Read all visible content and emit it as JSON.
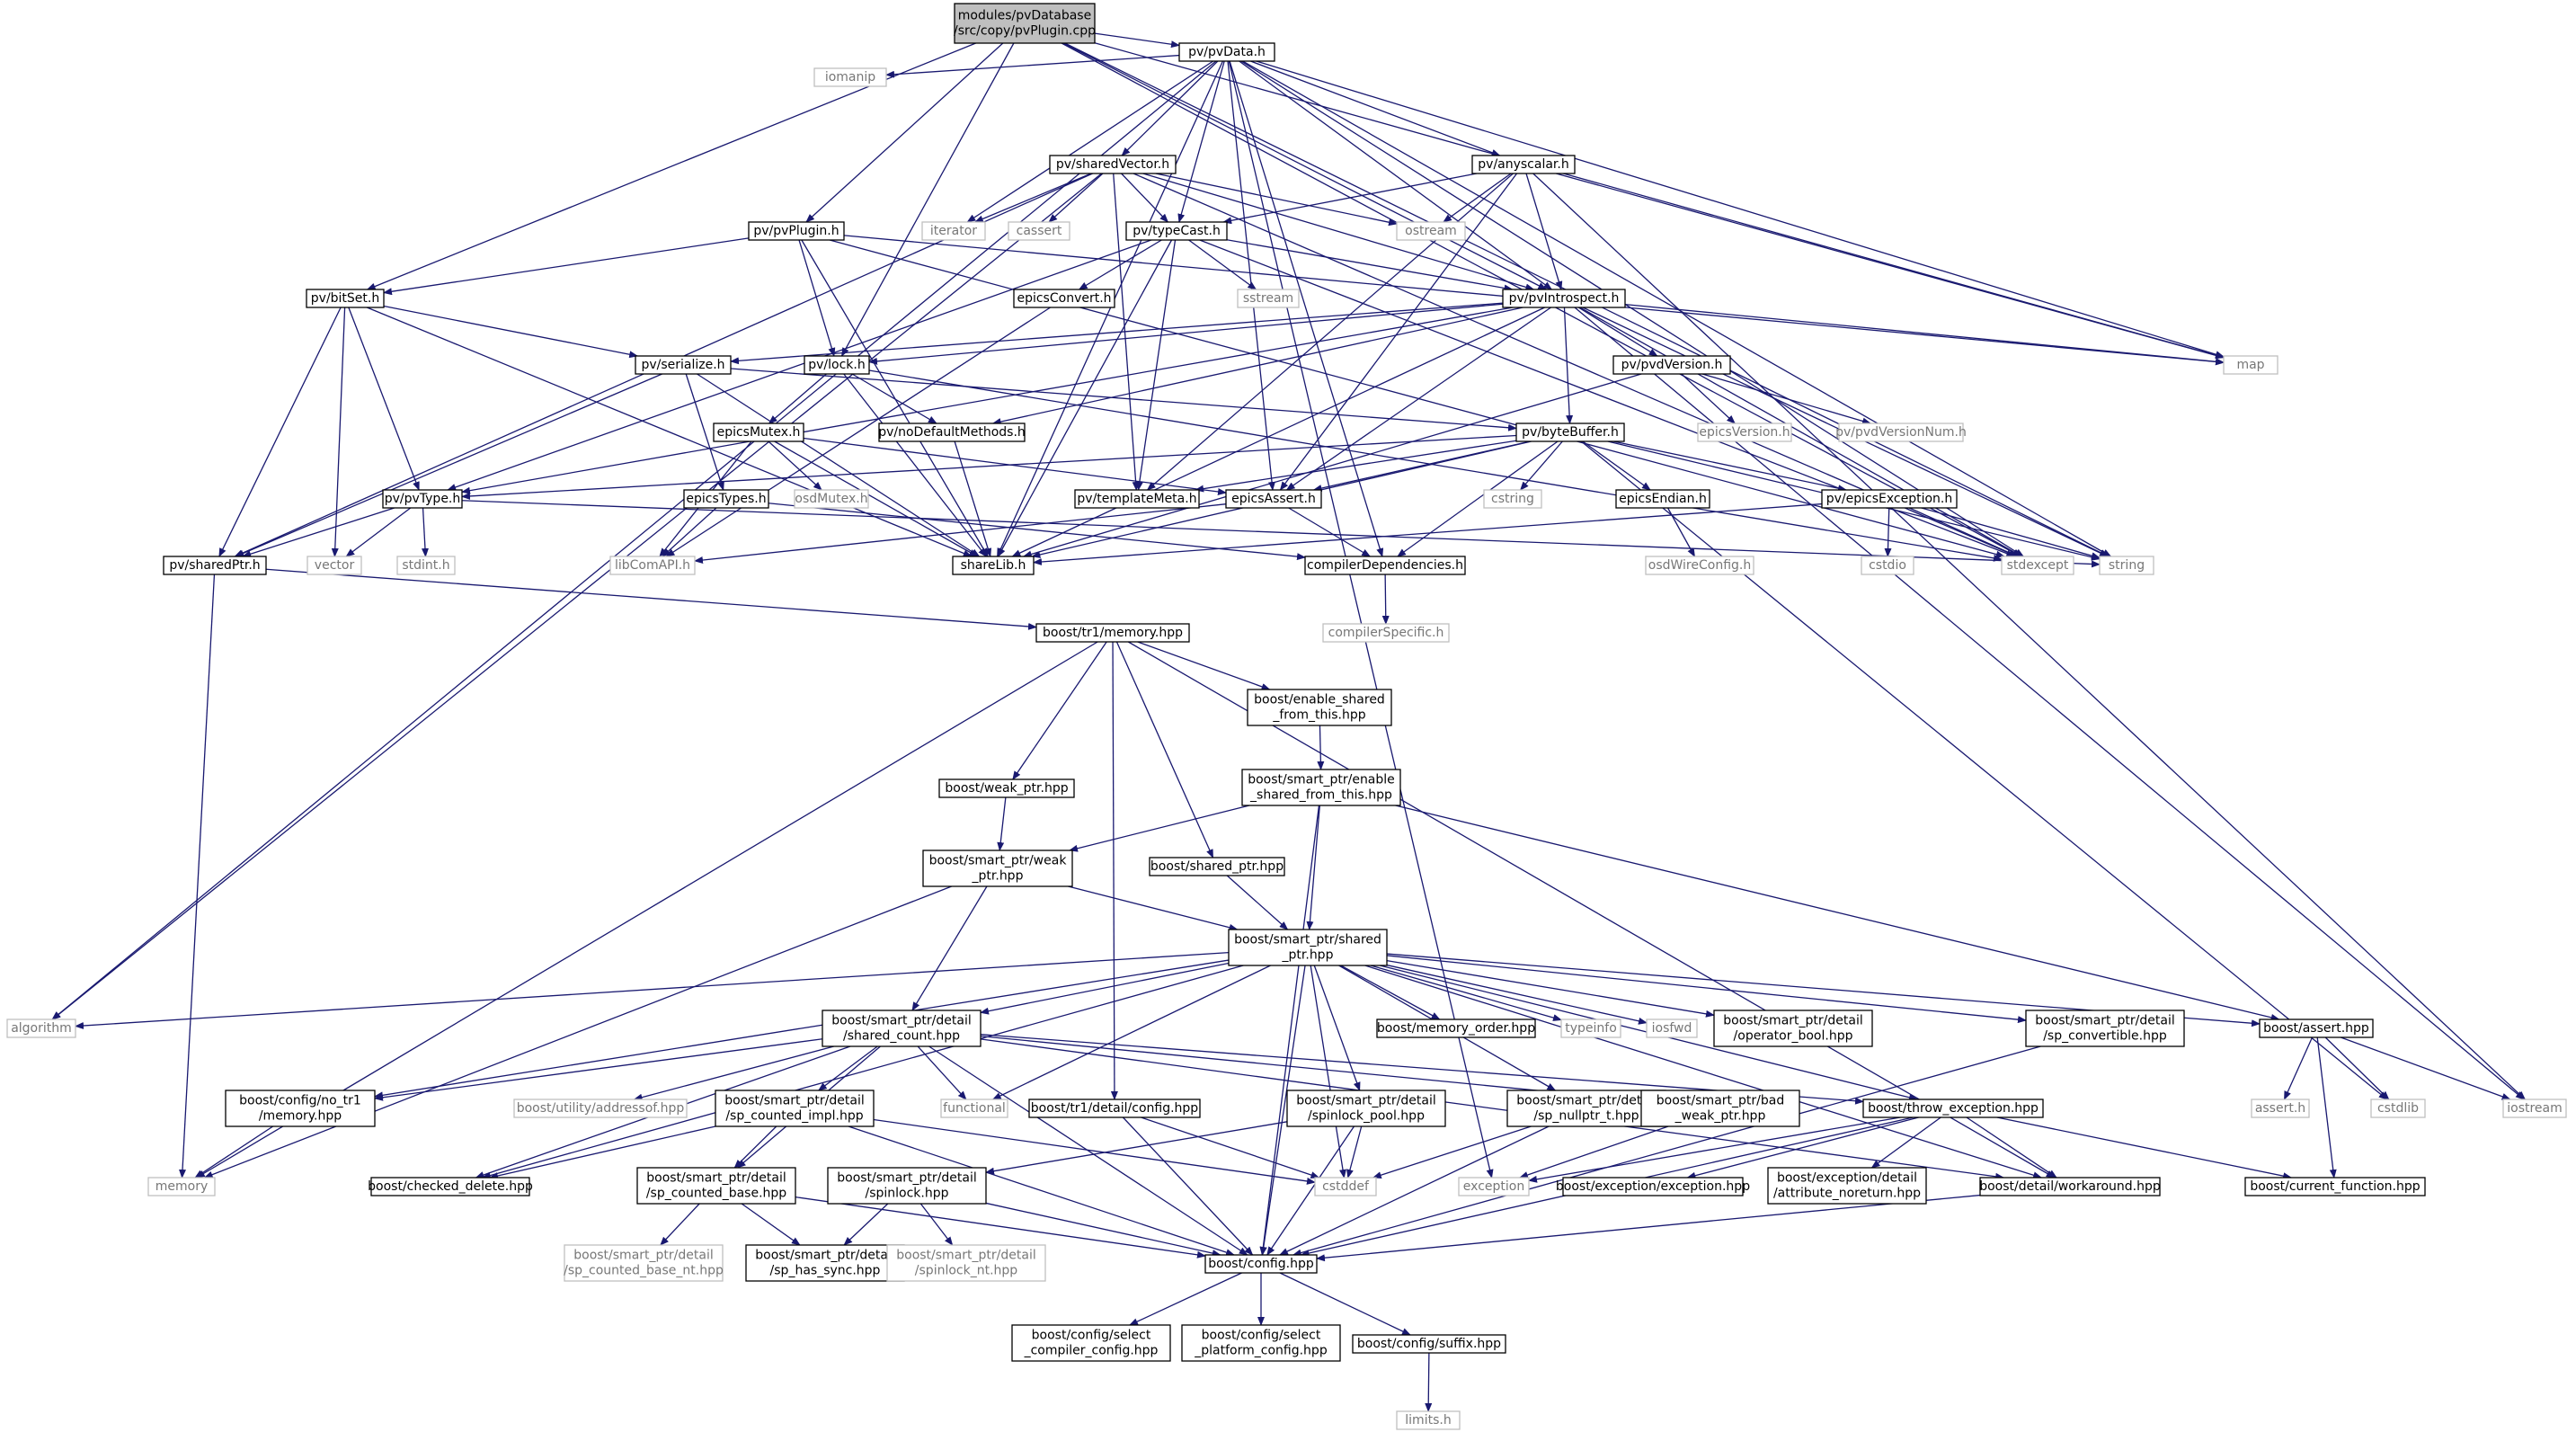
{
  "graph": {
    "edge_color": "#191970",
    "root_fill": "#bfbfbf",
    "external_border": "#bfbfbf",
    "nodes": [
      {
        "id": "root",
        "label": "modules/pvDatabase\n/src/copy/pvPlugin.cpp"
      },
      {
        "id": "pvData",
        "label": "pv/pvData.h"
      },
      {
        "id": "iomanip",
        "label": "iomanip"
      },
      {
        "id": "sharedVector",
        "label": "pv/sharedVector.h"
      },
      {
        "id": "anyscalar",
        "label": "pv/anyscalar.h"
      },
      {
        "id": "pvPlugin",
        "label": "pv/pvPlugin.h"
      },
      {
        "id": "iterator",
        "label": "iterator"
      },
      {
        "id": "cassert",
        "label": "cassert"
      },
      {
        "id": "typeCast",
        "label": "pv/typeCast.h"
      },
      {
        "id": "ostream",
        "label": "ostream"
      },
      {
        "id": "bitSet",
        "label": "pv/bitSet.h"
      },
      {
        "id": "epicsConvert",
        "label": "epicsConvert.h"
      },
      {
        "id": "sstream",
        "label": "sstream"
      },
      {
        "id": "pvIntrospect",
        "label": "pv/pvIntrospect.h"
      },
      {
        "id": "map",
        "label": "map"
      },
      {
        "id": "serialize",
        "label": "pv/serialize.h"
      },
      {
        "id": "lock",
        "label": "pv/lock.h"
      },
      {
        "id": "pvdVersion",
        "label": "pv/pvdVersion.h"
      },
      {
        "id": "epicsMutex",
        "label": "epicsMutex.h"
      },
      {
        "id": "noDefaultMethods",
        "label": "pv/noDefaultMethods.h"
      },
      {
        "id": "byteBuffer",
        "label": "pv/byteBuffer.h"
      },
      {
        "id": "epicsVersion",
        "label": "epicsVersion.h"
      },
      {
        "id": "pvdVersionNum",
        "label": "pv/pvdVersionNum.h"
      },
      {
        "id": "epicsTypes",
        "label": "epicsTypes.h"
      },
      {
        "id": "osdMutex",
        "label": "osdMutex.h"
      },
      {
        "id": "pvType",
        "label": "pv/pvType.h"
      },
      {
        "id": "templateMeta",
        "label": "pv/templateMeta.h"
      },
      {
        "id": "epicsAssert",
        "label": "epicsAssert.h"
      },
      {
        "id": "cstring",
        "label": "cstring"
      },
      {
        "id": "epicsEndian",
        "label": "epicsEndian.h"
      },
      {
        "id": "epicsException",
        "label": "pv/epicsException.h"
      },
      {
        "id": "sharedPtr",
        "label": "pv/sharedPtr.h"
      },
      {
        "id": "vector",
        "label": "vector"
      },
      {
        "id": "stdint",
        "label": "stdint.h"
      },
      {
        "id": "libComAPI",
        "label": "libComAPI.h"
      },
      {
        "id": "shareLib",
        "label": "shareLib.h"
      },
      {
        "id": "compilerDependencies",
        "label": "compilerDependencies.h"
      },
      {
        "id": "osdWireConfig",
        "label": "osdWireConfig.h"
      },
      {
        "id": "cstdio",
        "label": "cstdio"
      },
      {
        "id": "stdexcept",
        "label": "stdexcept"
      },
      {
        "id": "string",
        "label": "string"
      },
      {
        "id": "compilerSpecific",
        "label": "compilerSpecific.h"
      },
      {
        "id": "tr1memory",
        "label": "boost/tr1/memory.hpp"
      },
      {
        "id": "enableShared",
        "label": "boost/enable_shared\n_from_this.hpp"
      },
      {
        "id": "weakPtr",
        "label": "boost/weak_ptr.hpp"
      },
      {
        "id": "spEnableShared",
        "label": "boost/smart_ptr/enable\n_shared_from_this.hpp"
      },
      {
        "id": "spWeakPtr",
        "label": "boost/smart_ptr/weak\n_ptr.hpp"
      },
      {
        "id": "sharedPtrHpp",
        "label": "boost/shared_ptr.hpp"
      },
      {
        "id": "spSharedPtr",
        "label": "boost/smart_ptr/shared\n_ptr.hpp"
      },
      {
        "id": "algorithm",
        "label": "algorithm"
      },
      {
        "id": "sharedCount",
        "label": "boost/smart_ptr/detail\n/shared_count.hpp"
      },
      {
        "id": "memoryOrder",
        "label": "boost/memory_order.hpp"
      },
      {
        "id": "typeinfo",
        "label": "typeinfo"
      },
      {
        "id": "iosfwd",
        "label": "iosfwd"
      },
      {
        "id": "operatorBool",
        "label": "boost/smart_ptr/detail\n/operator_bool.hpp"
      },
      {
        "id": "spConvertible",
        "label": "boost/smart_ptr/detail\n/sp_convertible.hpp"
      },
      {
        "id": "boostAssert",
        "label": "boost/assert.hpp"
      },
      {
        "id": "noTr1Memory",
        "label": "boost/config/no_tr1\n/memory.hpp"
      },
      {
        "id": "addressof",
        "label": "boost/utility/addressof.hpp"
      },
      {
        "id": "spCountedImpl",
        "label": "boost/smart_ptr/detail\n/sp_counted_impl.hpp"
      },
      {
        "id": "functional",
        "label": "functional"
      },
      {
        "id": "tr1config",
        "label": "boost/tr1/detail/config.hpp"
      },
      {
        "id": "spinlockPool",
        "label": "boost/smart_ptr/detail\n/spinlock_pool.hpp"
      },
      {
        "id": "spNullptr",
        "label": "boost/smart_ptr/detail\n/sp_nullptr_t.hpp"
      },
      {
        "id": "badWeakPtr",
        "label": "boost/smart_ptr/bad\n_weak_ptr.hpp"
      },
      {
        "id": "throwException",
        "label": "boost/throw_exception.hpp"
      },
      {
        "id": "assertH",
        "label": "assert.h"
      },
      {
        "id": "cstdlib",
        "label": "cstdlib"
      },
      {
        "id": "iostream",
        "label": "iostream"
      },
      {
        "id": "memory",
        "label": "memory"
      },
      {
        "id": "checkedDelete",
        "label": "boost/checked_delete.hpp"
      },
      {
        "id": "spCountedBase",
        "label": "boost/smart_ptr/detail\n/sp_counted_base.hpp"
      },
      {
        "id": "spinlock",
        "label": "boost/smart_ptr/detail\n/spinlock.hpp"
      },
      {
        "id": "cstddef",
        "label": "cstddef"
      },
      {
        "id": "exception",
        "label": "exception"
      },
      {
        "id": "exceptionHpp",
        "label": "boost/exception/exception.hpp"
      },
      {
        "id": "attrNoreturn",
        "label": "boost/exception/detail\n/attribute_noreturn.hpp"
      },
      {
        "id": "workaround",
        "label": "boost/detail/workaround.hpp"
      },
      {
        "id": "currentFunction",
        "label": "boost/current_function.hpp"
      },
      {
        "id": "spCountedBaseNt",
        "label": "boost/smart_ptr/detail\n/sp_counted_base_nt.hpp"
      },
      {
        "id": "spHasSync",
        "label": "boost/smart_ptr/detail\n/sp_has_sync.hpp"
      },
      {
        "id": "spinlockNt",
        "label": "boost/smart_ptr/detail\n/spinlock_nt.hpp"
      },
      {
        "id": "boostConfig",
        "label": "boost/config.hpp"
      },
      {
        "id": "selectCompiler",
        "label": "boost/config/select\n_compiler_config.hpp"
      },
      {
        "id": "selectPlatform",
        "label": "boost/config/select\n_platform_config.hpp"
      },
      {
        "id": "suffix",
        "label": "boost/config/suffix.hpp"
      },
      {
        "id": "limits",
        "label": "limits.h"
      }
    ]
  }
}
